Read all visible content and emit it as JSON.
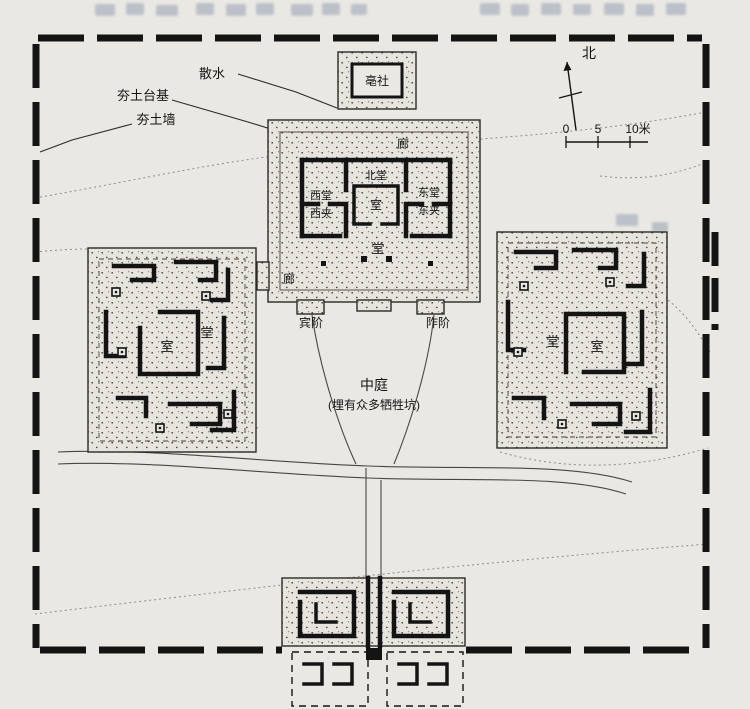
{
  "diagram": {
    "bg": "#eae8e3",
    "ink": "#141414"
  },
  "annotations": {
    "sanshui": "散水",
    "hangtu_taiji": "夯土台基",
    "hangtu_qiang": "夯土墙"
  },
  "compass": {
    "north_label": "北"
  },
  "scale_bar": {
    "tick0": "0",
    "tick5": "5",
    "tick10": "10米"
  },
  "shrine": {
    "label": "亳社"
  },
  "main_hall": {
    "corridor_top": "廊",
    "corridor_left": "廊",
    "north_hall": "北堂",
    "west_hall": "西堂",
    "east_hall": "东堂",
    "west_chamber": "西夹",
    "east_chamber": "东夹",
    "room": "室",
    "hall": "堂",
    "guest_steps": "宾阶",
    "host_steps": "阼阶"
  },
  "west_building": {
    "room": "室",
    "hall": "堂"
  },
  "east_building": {
    "hall": "堂",
    "room": "室"
  },
  "courtyard": {
    "title": "中庭",
    "note": "(埋有众多牺牲坑)"
  }
}
